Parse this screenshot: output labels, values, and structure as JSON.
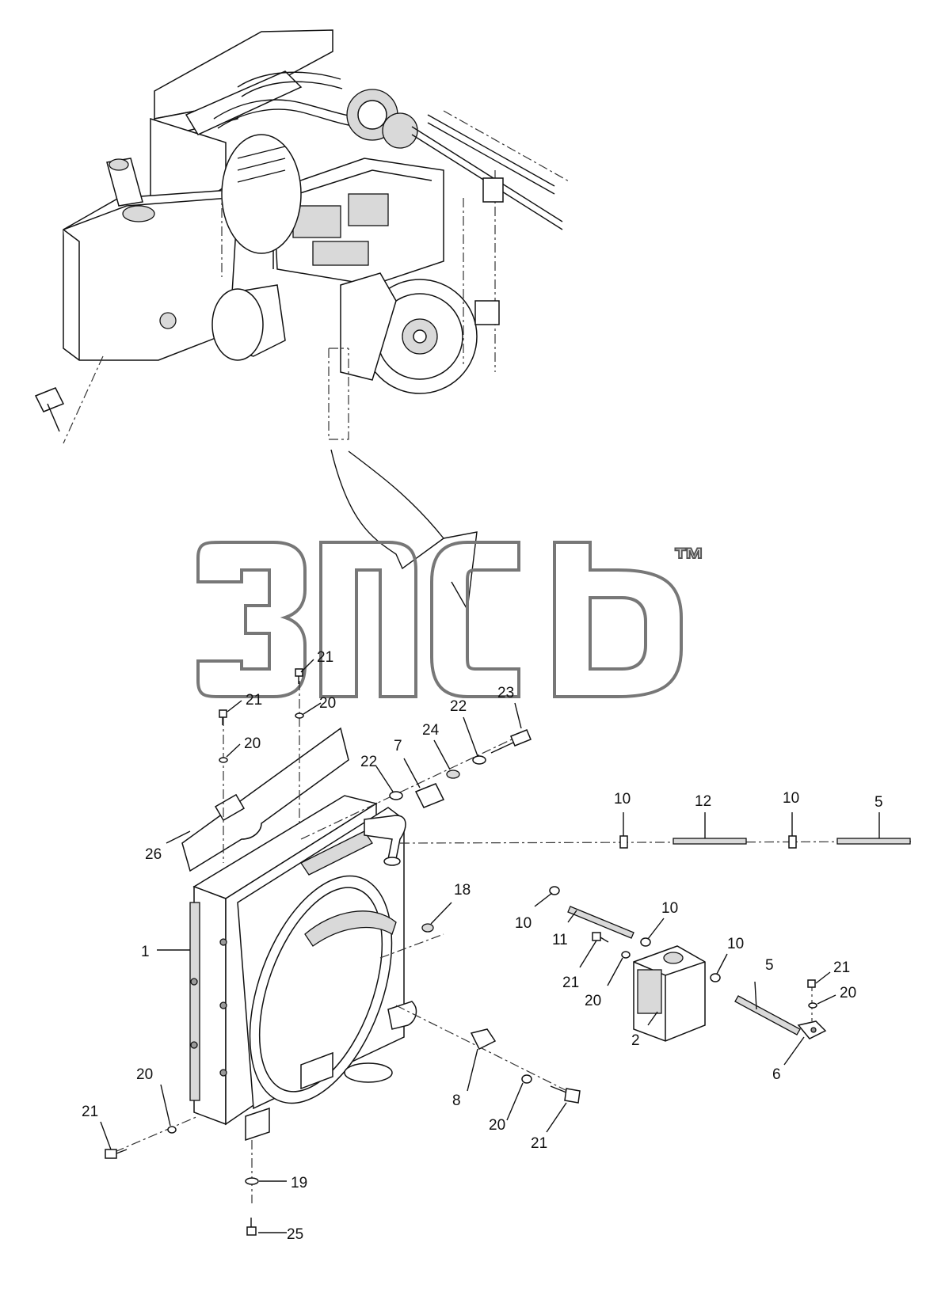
{
  "watermark": {
    "trademark": "™"
  },
  "callouts": [
    {
      "id": "c-21-a",
      "text": "21"
    },
    {
      "id": "c-21-b",
      "text": "21"
    },
    {
      "id": "c-20-a",
      "text": "20"
    },
    {
      "id": "c-20-b",
      "text": "20"
    },
    {
      "id": "c-26",
      "text": "26"
    },
    {
      "id": "c-22-a",
      "text": "22"
    },
    {
      "id": "c-7",
      "text": "7"
    },
    {
      "id": "c-24",
      "text": "24"
    },
    {
      "id": "c-22-b",
      "text": "22"
    },
    {
      "id": "c-23",
      "text": "23"
    },
    {
      "id": "c-10-a",
      "text": "10"
    },
    {
      "id": "c-12",
      "text": "12"
    },
    {
      "id": "c-10-b",
      "text": "10"
    },
    {
      "id": "c-5-a",
      "text": "5"
    },
    {
      "id": "c-18",
      "text": "18"
    },
    {
      "id": "c-1",
      "text": "1"
    },
    {
      "id": "c-10-c",
      "text": "10"
    },
    {
      "id": "c-11",
      "text": "11"
    },
    {
      "id": "c-10-d",
      "text": "10"
    },
    {
      "id": "c-21-c",
      "text": "21"
    },
    {
      "id": "c-20-c",
      "text": "20"
    },
    {
      "id": "c-10-e",
      "text": "10"
    },
    {
      "id": "c-5-b",
      "text": "5"
    },
    {
      "id": "c-21-d",
      "text": "21"
    },
    {
      "id": "c-20-d",
      "text": "20"
    },
    {
      "id": "c-2",
      "text": "2"
    },
    {
      "id": "c-6",
      "text": "6"
    },
    {
      "id": "c-20-e",
      "text": "20"
    },
    {
      "id": "c-21-e",
      "text": "21"
    },
    {
      "id": "c-8",
      "text": "8"
    },
    {
      "id": "c-20-f",
      "text": "20"
    },
    {
      "id": "c-21-f",
      "text": "21"
    },
    {
      "id": "c-19",
      "text": "19"
    },
    {
      "id": "c-25",
      "text": "25"
    }
  ],
  "colors": {
    "line": "#111111",
    "watermark": "#777777",
    "background": "#ffffff"
  }
}
